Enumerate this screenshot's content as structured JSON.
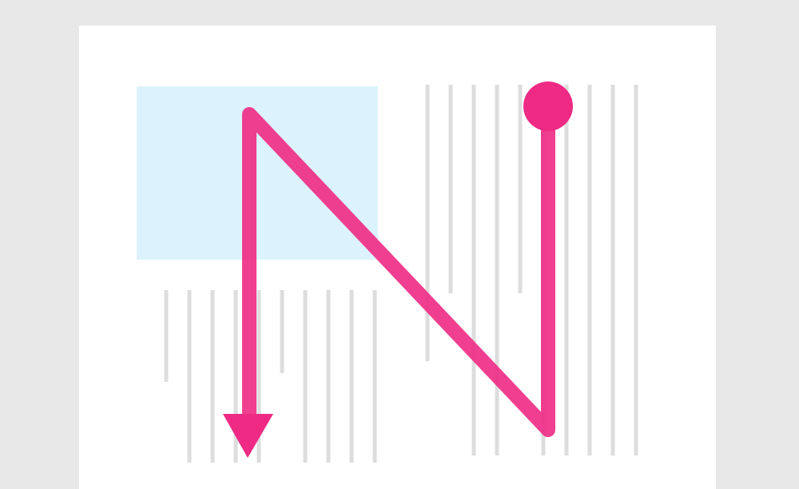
{
  "diagram": {
    "kind": "reading-pattern",
    "pattern": "N",
    "colors": {
      "background": "#e8e8e8",
      "page": "#ffffff",
      "image_block": "#dcf3fd",
      "text_lines": "#dddddd",
      "path": "#ee2a84"
    },
    "path": {
      "start_marker": "circle-dot",
      "end_marker": "arrowhead-down"
    }
  }
}
